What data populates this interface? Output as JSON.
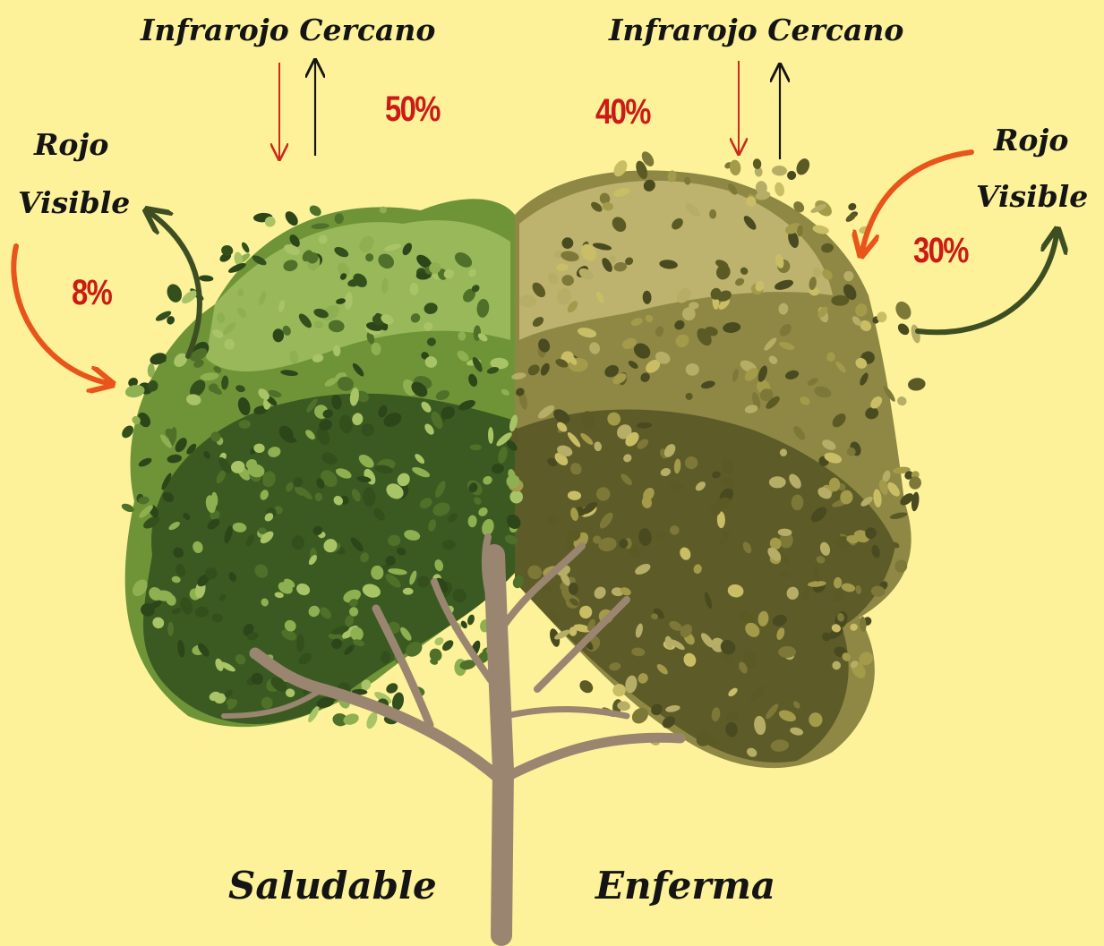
{
  "labels": {
    "nir_left": "Infrarojo Cercano",
    "nir_right": "Infrarojo Cercano",
    "red_left_line1": "Rojo",
    "red_left_line2": "Visible",
    "red_right_line1": "Rojo",
    "red_right_line2": "Visible",
    "healthy": "Saludable",
    "sick": "Enferma"
  },
  "percentages": {
    "nir_healthy": "50%",
    "nir_sick": "40%",
    "red_healthy": "8%",
    "red_sick": "30%"
  },
  "colors": {
    "background": "#fdf29a",
    "percent_text": "#cc1b14",
    "incoming_arrow": "#e8541a",
    "reflected_arrow_dark": "#141414",
    "reflected_arrow_green": "#3d4f22",
    "healthy_foliage_dark": "#33501c",
    "healthy_foliage_light": "#8fb050",
    "sick_foliage_dark": "#5b5a25",
    "sick_foliage_light": "#b6ad66",
    "trunk": "#9a8670"
  }
}
